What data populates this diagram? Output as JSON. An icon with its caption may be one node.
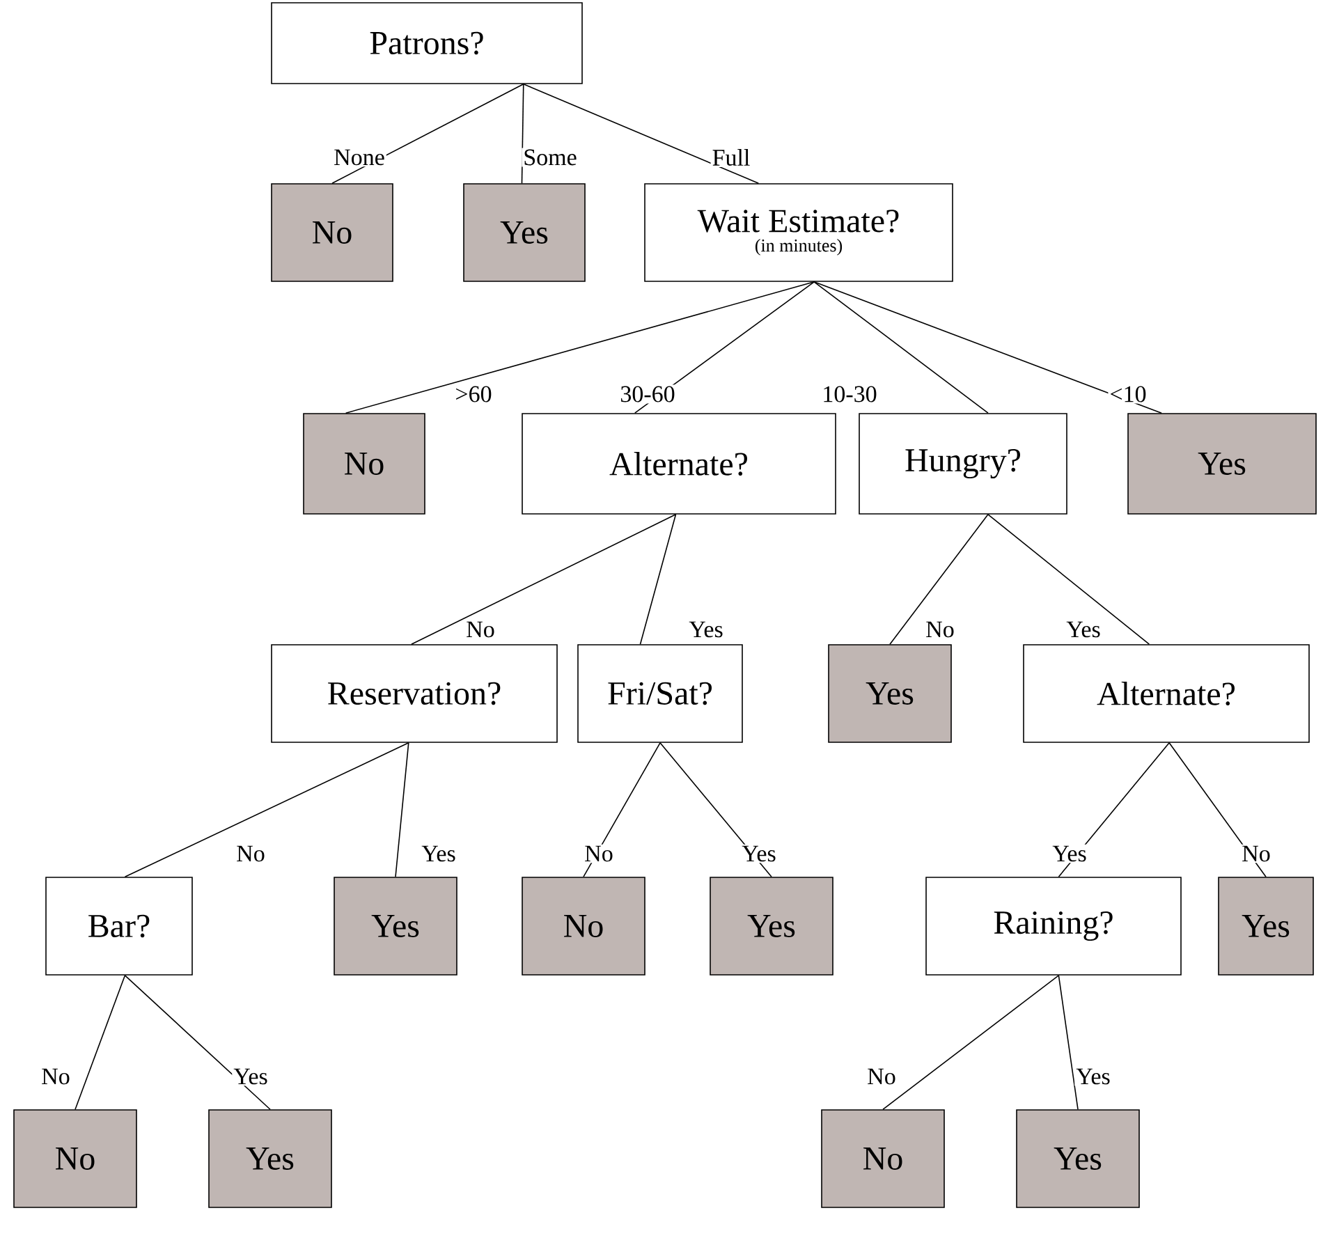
{
  "diagram": {
    "nodes": [
      {
        "text": [
          "Patrons?"
        ]
      },
      {
        "text": [
          "No"
        ]
      },
      {
        "text": [
          "Yes"
        ]
      },
      {
        "text": [
          "Wait Estimate?",
          "(in minutes)"
        ]
      },
      {
        "text": [
          "No"
        ]
      },
      {
        "text": [
          "Alternate?"
        ]
      },
      {
        "text": [
          "Hungry?"
        ]
      },
      {
        "text": [
          "Yes"
        ]
      },
      {
        "text": [
          "Reservation?"
        ]
      },
      {
        "text": [
          "Fri/Sat?"
        ]
      },
      {
        "text": [
          "Yes"
        ]
      },
      {
        "text": [
          "Alternate?"
        ]
      },
      {
        "text": [
          "Bar?"
        ]
      },
      {
        "text": [
          "Yes"
        ]
      },
      {
        "text": [
          "No"
        ]
      },
      {
        "text": [
          "Yes"
        ]
      },
      {
        "text": [
          "Raining?"
        ]
      },
      {
        "text": [
          "Yes"
        ]
      },
      {
        "text": [
          "No"
        ]
      },
      {
        "text": [
          "Yes"
        ]
      },
      {
        "text": [
          "No"
        ]
      },
      {
        "text": [
          "Yes"
        ]
      }
    ],
    "edges": [
      {
        "from": 0,
        "to": 1,
        "arrow": "none",
        "label": "None"
      },
      {
        "from": 0,
        "to": 2,
        "arrow": "none",
        "label": "Some"
      },
      {
        "from": 0,
        "to": 3,
        "arrow": "none",
        "label": "Full"
      },
      {
        "from": 3,
        "to": 4,
        "arrow": "none",
        "label": ">60"
      },
      {
        "from": 3,
        "to": 5,
        "arrow": "none",
        "label": "30-60"
      },
      {
        "from": 3,
        "to": 6,
        "arrow": "none",
        "label": "10-30"
      },
      {
        "from": 3,
        "to": 7,
        "arrow": "none",
        "label": "<10"
      },
      {
        "from": 5,
        "to": 8,
        "arrow": "none",
        "label": "No"
      },
      {
        "from": 5,
        "to": 9,
        "arrow": "none",
        "label": "Yes"
      },
      {
        "from": 6,
        "to": 10,
        "arrow": "none",
        "label": "No"
      },
      {
        "from": 6,
        "to": 11,
        "arrow": "none",
        "label": "Yes"
      },
      {
        "from": 8,
        "to": 12,
        "arrow": "none",
        "label": "No"
      },
      {
        "from": 8,
        "to": 13,
        "arrow": "none",
        "label": "Yes"
      },
      {
        "from": 9,
        "to": 14,
        "arrow": "none",
        "label": "No"
      },
      {
        "from": 9,
        "to": 15,
        "arrow": "none",
        "label": "Yes"
      },
      {
        "from": 11,
        "to": 16,
        "arrow": "none",
        "label": "Yes"
      },
      {
        "from": 11,
        "to": 17,
        "arrow": "none",
        "label": "No"
      },
      {
        "from": 12,
        "to": 18,
        "arrow": "none",
        "label": "No"
      },
      {
        "from": 12,
        "to": 19,
        "arrow": "none",
        "label": "Yes"
      },
      {
        "from": 16,
        "to": 20,
        "arrow": "none",
        "label": "No"
      },
      {
        "from": 16,
        "to": 21,
        "arrow": "none",
        "label": "Yes"
      }
    ]
  }
}
